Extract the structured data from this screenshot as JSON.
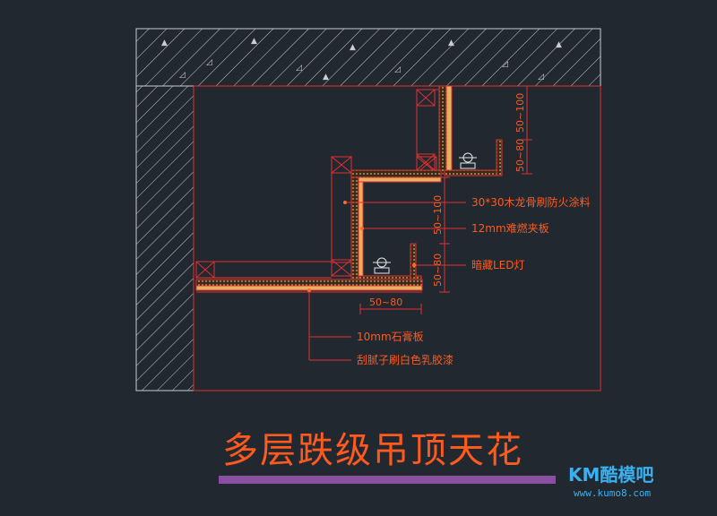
{
  "title": "多层跌级吊顶天花",
  "annotations": {
    "keel": "30*30木龙骨刷防火涂料",
    "board": "12mm难燃夹板",
    "led": "暗藏LED灯",
    "gypsum": "10mm石膏板",
    "paint": "刮腻子刷白色乳胶漆"
  },
  "dimensions": {
    "top_step": "50~100",
    "top_led": "50~80",
    "mid_step": "50~100",
    "mid_led": "50~80",
    "horizontal": "50~80"
  },
  "logo": {
    "main": "KM酷模吧",
    "url": "www.kumo8.com"
  },
  "colors": {
    "background": "#212830",
    "drawing_line": "#e03030",
    "annotation_text": "#ff5a1e",
    "title": "#ff5a1e",
    "title_bar": "#8a4fa0",
    "logo": "#3ab0ee"
  }
}
